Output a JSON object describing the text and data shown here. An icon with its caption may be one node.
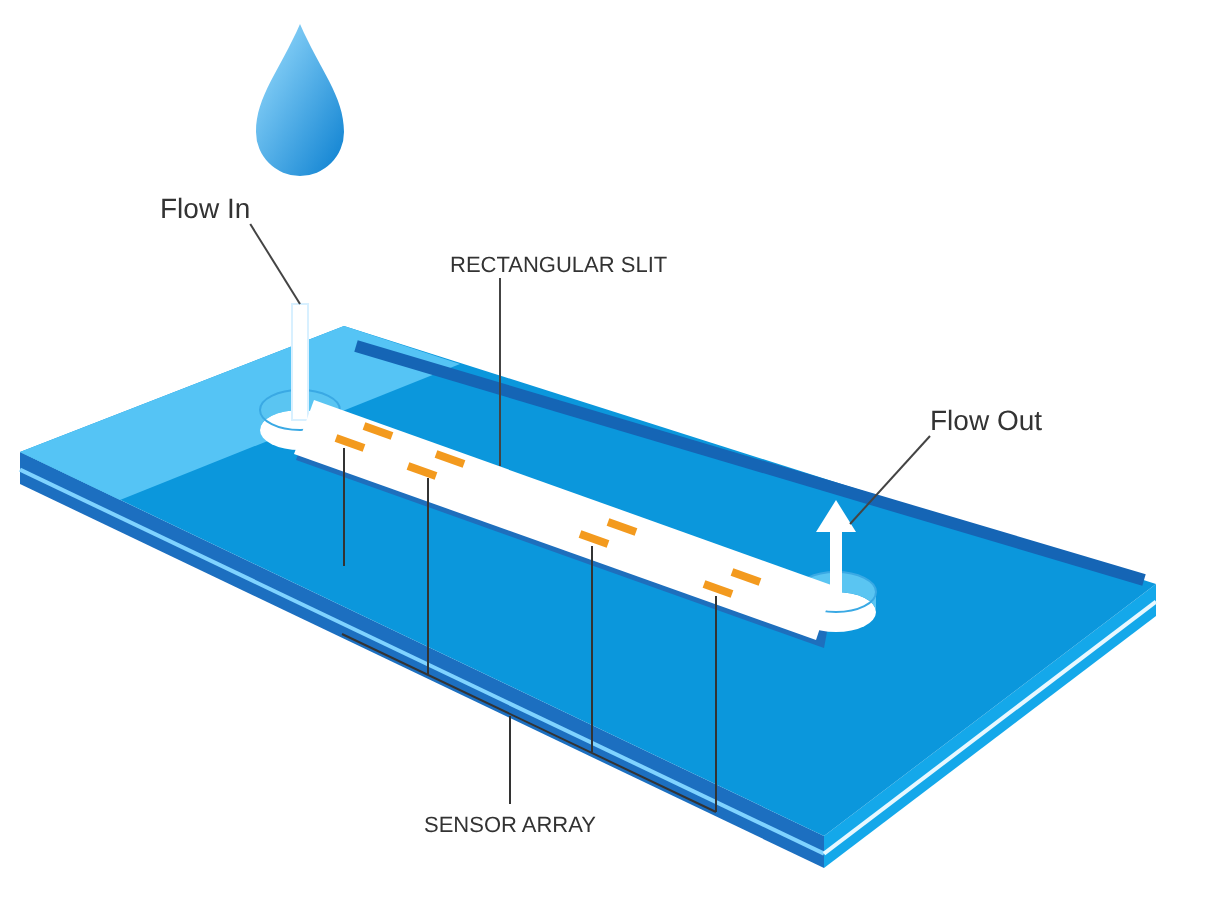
{
  "diagram": {
    "nodes": [
      {
        "text": [
          "Flow In"
        ]
      },
      {
        "text": [
          "RECTANGULAR SLIT"
        ]
      },
      {
        "text": [
          "Flow Out"
        ]
      },
      {
        "text": [
          "SENSOR ARRAY"
        ]
      },
      {
        "text": [],
        "shape": "bar"
      },
      {
        "text": [],
        "shape": "box"
      },
      {
        "text": [],
        "shape": "arrow"
      }
    ],
    "edges": [
      {
        "from": 0,
        "to": 4,
        "arrow": "none"
      },
      {
        "from": 1,
        "to": 5,
        "arrow": "none"
      },
      {
        "from": 2,
        "to": 6,
        "arrow": "none"
      }
    ]
  }
}
